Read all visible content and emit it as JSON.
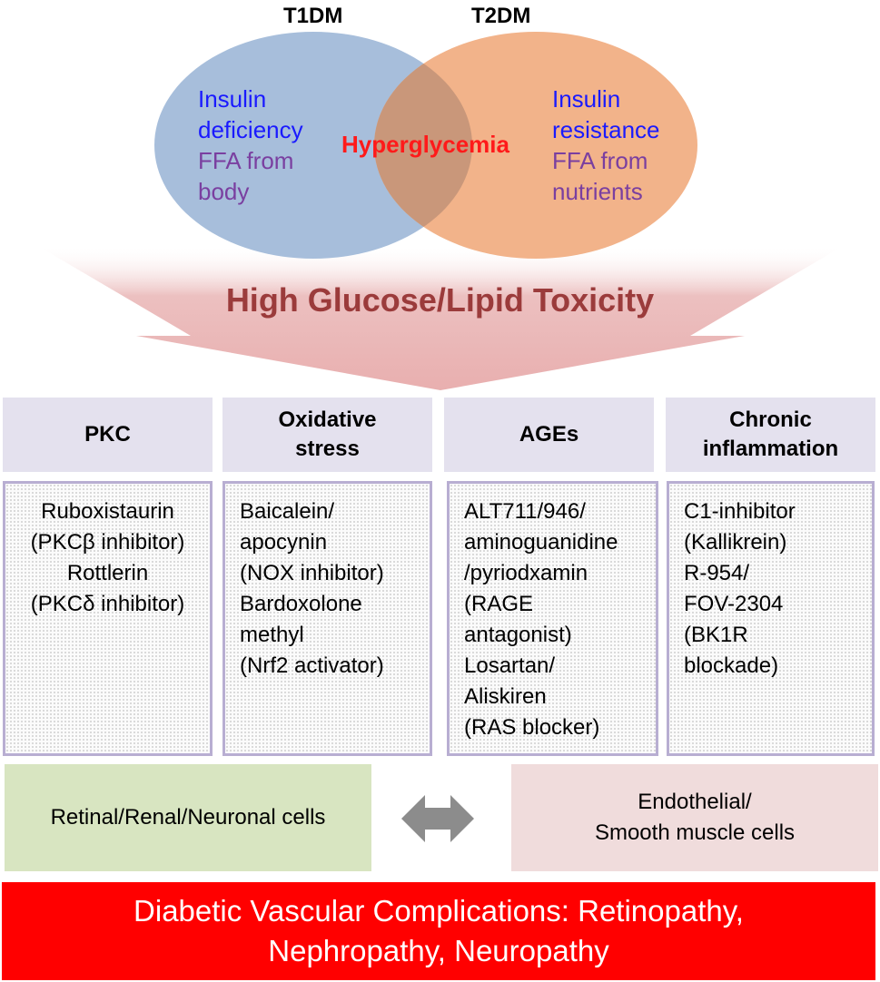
{
  "venn": {
    "left_title": "T1DM",
    "right_title": "T2DM",
    "left": {
      "line1": "Insulin",
      "line2": "deficiency",
      "line3": "FFA from",
      "line4": "body"
    },
    "right": {
      "line1": "Insulin",
      "line2": "resistance",
      "line3": "FFA from",
      "line4": "nutrients"
    },
    "overlap": "Hyperglycemia",
    "colors": {
      "left": "#a7bedb",
      "right": "#f2b38a",
      "overlap": "#c9977a"
    }
  },
  "banner": "High Glucose/Lipid Toxicity",
  "pathways": [
    {
      "header": [
        "PKC"
      ],
      "items": [
        "Ruboxistaurin",
        "(PKCβ inhibitor)",
        "Rottlerin",
        "(PKCδ inhibitor)"
      ]
    },
    {
      "header": [
        "Oxidative",
        "stress"
      ],
      "items": [
        "Baicalein/",
        "apocynin",
        "(NOX inhibitor)",
        "Bardoxolone",
        "methyl",
        "(Nrf2 activator)"
      ]
    },
    {
      "header": [
        "AGEs"
      ],
      "items": [
        "ALT711/946/",
        "aminoguanidine",
        "/pyriodxamin",
        "(RAGE",
        "antagonist)",
        "Losartan/",
        "Aliskiren",
        "(RAS blocker)"
      ]
    },
    {
      "header": [
        "Chronic",
        "inflammation"
      ],
      "items": [
        "C1-inhibitor",
        "(Kallikrein)",
        "R-954/",
        "FOV-2304",
        "(BK1R",
        "blockade)"
      ]
    }
  ],
  "cells": {
    "left": "Retinal/Renal/Neuronal cells",
    "right_line1": "Endothelial/",
    "right_line2": "Smooth muscle cells"
  },
  "icons": {
    "double_arrow": "double-arrow-icon"
  },
  "footer": {
    "line1": "Diabetic Vascular Complications: Retinopathy,",
    "line2": "Nephropathy, Neuropathy"
  }
}
